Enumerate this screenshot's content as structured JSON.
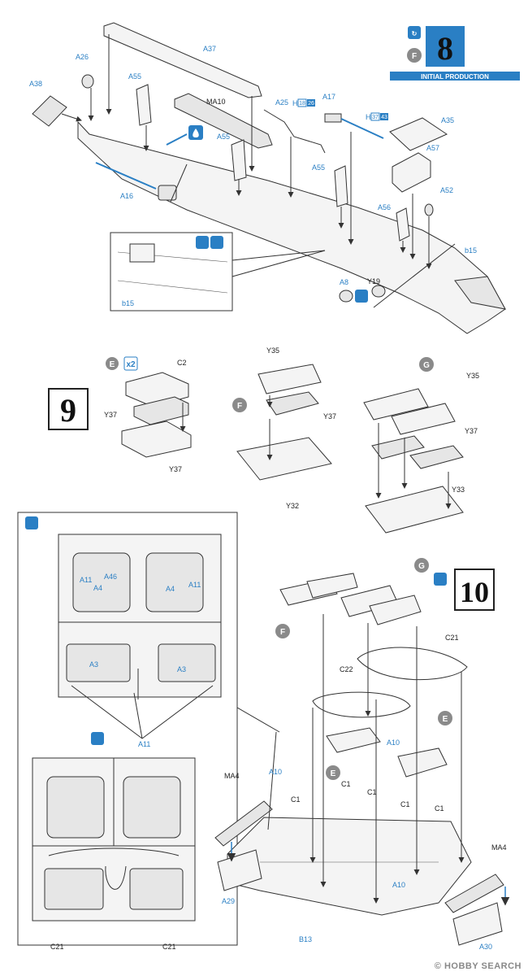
{
  "steps": {
    "s8": {
      "number": "8",
      "subtitle": "INITIAL PRODUCTION",
      "option_letter": "F"
    },
    "s9": {
      "number": "9",
      "count": "x2"
    },
    "s10": {
      "number": "10"
    }
  },
  "labels8": [
    "A37",
    "A26",
    "A38",
    "A55",
    "MA10",
    "A25",
    "A17",
    "A35",
    "A55",
    "A57",
    "A16",
    "A55",
    "A52",
    "A56",
    "b15",
    "b15",
    "A8",
    "Y19"
  ],
  "subs8": {
    "a25": [
      "18",
      "26"
    ],
    "a17": [
      "37",
      "43"
    ],
    "a25_prefix": "H",
    "a17_prefix": "H"
  },
  "labels9": {
    "E": {
      "top": "C2",
      "left": "Y37",
      "bottom": "Y37",
      "letter": "E"
    },
    "F": {
      "top": "Y35",
      "right": "Y37",
      "bottom": "Y32",
      "letter": "F"
    },
    "G": {
      "top": "Y35",
      "right": "Y37",
      "bottom": "Y33",
      "letter": "G"
    }
  },
  "labels_inset": [
    "A11",
    "A46",
    "A4",
    "A4",
    "A11",
    "A3",
    "A3",
    "A11",
    "C21",
    "C21"
  ],
  "labels10": [
    "C21",
    "C22",
    "A10",
    "C1",
    "C1",
    "C1",
    "C1",
    "C1",
    "MA4",
    "MA4",
    "A10",
    "A10",
    "A29",
    "B13",
    "A30"
  ],
  "letters10": {
    "F": "F",
    "G": "G",
    "E1": "E",
    "E2": "E"
  },
  "watermark": "© HOBBY SEARCH",
  "icons": [
    "cement-icon",
    "paint-icon",
    "flip-icon",
    "drill-icon",
    "glue-icon"
  ]
}
